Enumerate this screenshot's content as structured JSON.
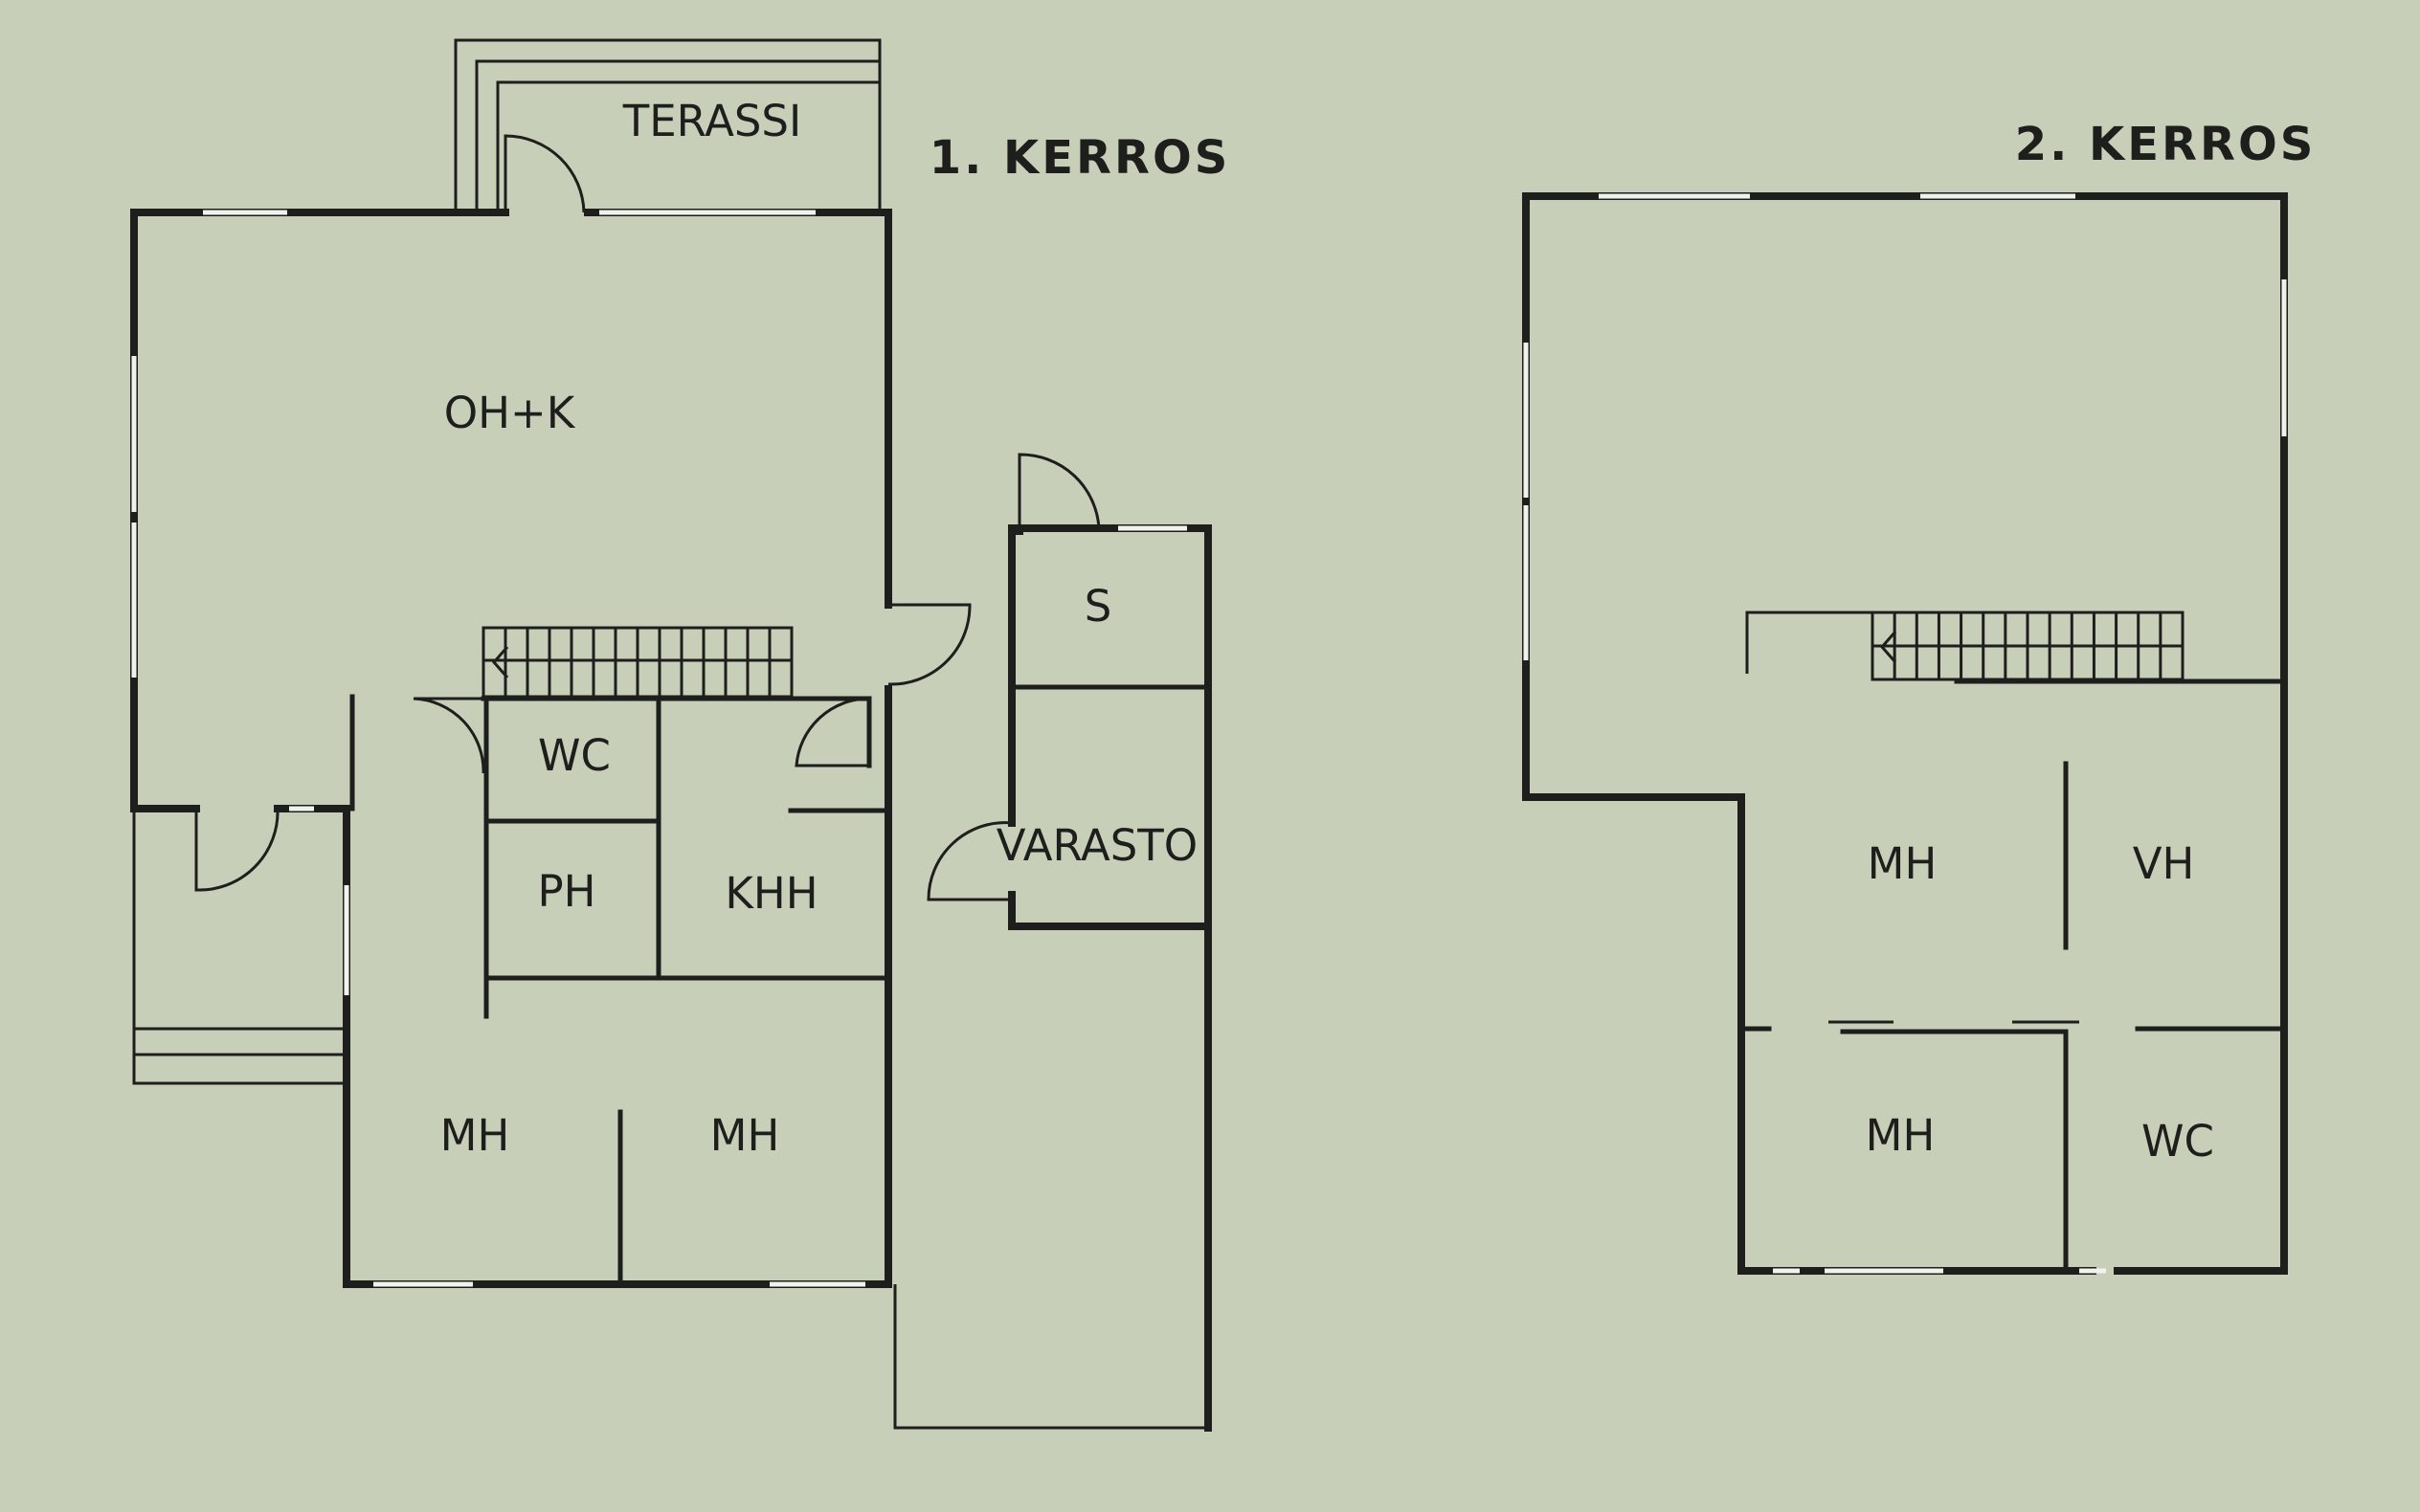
{
  "floor_1": {
    "title": "1. KERROS",
    "rooms": {
      "terassi": "TERASSI",
      "oh_k": "OH+K",
      "wc": "WC",
      "ph": "PH",
      "khh": "KHH",
      "mh_left": "MH",
      "mh_right": "MH",
      "s": "S",
      "varasto": "VARASTO"
    }
  },
  "floor_2": {
    "title": "2. KERROS",
    "rooms": {
      "mh_top": "MH",
      "vh": "VH",
      "mh_bottom": "MH",
      "wc": "WC"
    }
  },
  "colors": {
    "background": "#c8cfb8",
    "walls": "#1e1e1c",
    "windows": "#f2f2ec"
  }
}
